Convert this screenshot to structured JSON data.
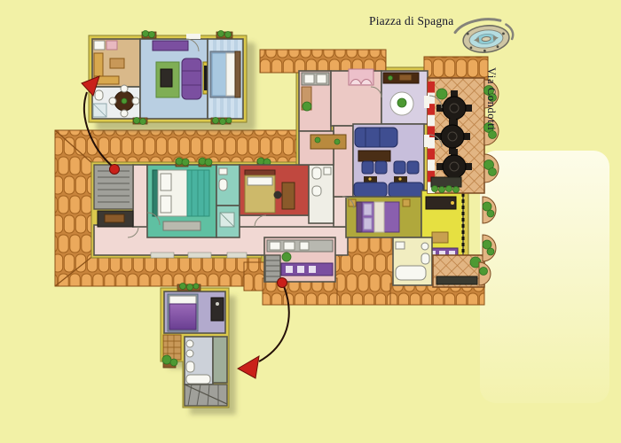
{
  "scene": {
    "description": "Illustrated apartment floor plan beside Piazza di Spagna and Via Condotti, with roof tiles, terrace and two enlarged unit insets linked by red arrows",
    "background_color": "#f2f1a6"
  },
  "labels": {
    "piazza_di_spagna": "Piazza di Spagna",
    "via_condotti": "Via Condotti"
  },
  "icons": {
    "fountain": "piazza-di-spagna-fountain-top-view",
    "upper_arrow": "red-curved-arrow-to-upper-unit",
    "lower_arrow": "red-curved-arrow-to-lower-unit",
    "terrace_table": "round-bistro-table-with-four-chairs",
    "plants": "potted-plants-and-window-boxes"
  },
  "colors": {
    "background": "#f2f1a6",
    "panel_top": "#fdfce9",
    "panel_bottom": "#f3f2ad",
    "roof_tile": "#eba95c",
    "roof_gap": "#c8843c",
    "roof_line": "#a2621f",
    "wall_band": "#dbc94d",
    "wall_dark": "#55544a",
    "hall_pink": "#f1d8d3",
    "kitchen_pink": "#ecc9c5",
    "lavender_light": "#d8cfe3",
    "lavender_dark": "#c7bedb",
    "teal_room": "#5fc0a2",
    "teal_bath": "#8fd0bf",
    "red_room": "#c0483f",
    "olive_room": "#b0a83c",
    "yellow_room": "#e6e041",
    "cream_bath": "#f1edc0",
    "terrace_base": "#e2b583",
    "terrace_line": "#bb8045",
    "sofa_blue": "#3f4e91",
    "accent_purple": "#7b4fa0",
    "plant_green": "#4d9933",
    "arrow_red": "#c9201a",
    "inset_blue": "#b9cfe2",
    "inset_purple": "#b2aacd",
    "stairs_gray": "#a0a09a",
    "wood_brown": "#8a5a2a"
  }
}
